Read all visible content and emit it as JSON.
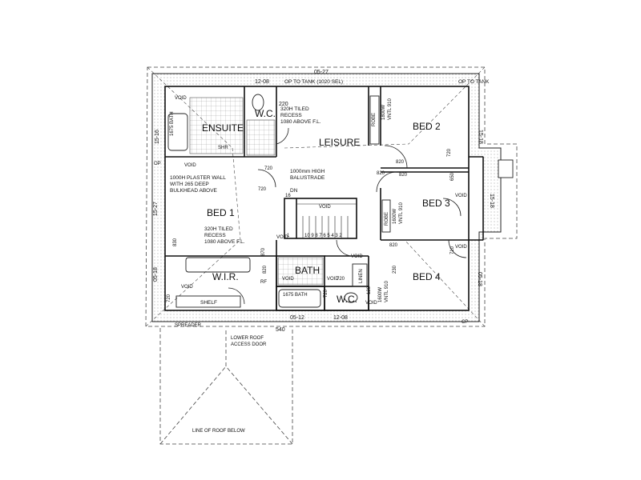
{
  "rooms": {
    "ensuite": "ENSUITE",
    "wc_top": "W.C.",
    "leisure": "LEISURE",
    "bed2": "BED 2",
    "bed1": "BED 1",
    "bed3": "BED 3",
    "bed4": "BED 4",
    "wir": "W.I.R.",
    "bath_room": "BATH",
    "wc_bottom": "W.C.",
    "bath_small": "1675 BATH",
    "bath_ensuite": "1675 BATH"
  },
  "notes": {
    "op_tank": "OP TO TANK (1020 SEL)",
    "op_to_tank": "OP TO TANK",
    "tiled_recess_top_1": "320H TILED",
    "tiled_recess_top_2": "RECESS",
    "tiled_recess_top_3": "1080 ABOVE F.L.",
    "balustrade_1": "1000mm HIGH",
    "balustrade_2": "BALUSTRADE",
    "plaster_wall_1": "1000H PLASTER WALL",
    "plaster_wall_2": "WITH 265 DEEP",
    "plaster_wall_3": "BULKHEAD ABOVE",
    "tiled_recess_bed_1": "320H TILED",
    "tiled_recess_bed_2": "RECESS",
    "tiled_recess_bed_3": "1080 ABOVE F.L.",
    "dn": "DN",
    "shelf": "SHELF",
    "spreader": "SPREADER",
    "lower_roof_1": "LOWER ROOF",
    "lower_roof_2": "ACCESS DOOR",
    "roof_below": "LINE OF ROOF BELOW",
    "vent_bed2_1": "1800W",
    "vent_bed2_2": "VNTL 910",
    "vent_bed3_1": "1600W",
    "vent_bed3_2": "VNTL 910",
    "vent_bed4_1": "1600W",
    "vent_bed4_2": "VNTL 910",
    "robe1": "ROBE",
    "robe2": "ROBE",
    "linen": "LINEN",
    "shower_ensuite": "SHR",
    "op_left": "OP",
    "cp": "CP",
    "rf": "RF"
  },
  "voids": [
    "VOID",
    "VOID",
    "VOID",
    "VOID",
    "VOID",
    "VOID",
    "VOID",
    "VOID",
    "VOID",
    "VOID",
    "VOID"
  ],
  "dimensions": {
    "top_overall": "05-27",
    "top_a": "12-08",
    "right_a": "15-18",
    "right_b": "15-18",
    "right_c": "05-18",
    "left_a": "15-16",
    "left_b": "15-27",
    "left_c": "05-18",
    "bottom_a": "05-12",
    "bottom_b": "12-08",
    "bottom_540": "540",
    "d_220": "220",
    "d_720a": "720",
    "d_720b": "720",
    "d_720c": "720",
    "d_720d": "720",
    "d_720e": "720",
    "d_720f": "720",
    "d_820a": "820",
    "d_820b": "820",
    "d_820c": "820",
    "d_820d": "820",
    "d_830": "830",
    "d_870": "870",
    "d_820e": "820",
    "d_650": "650",
    "d_710": "710",
    "d_230": "230",
    "d_120": "120",
    "d_16": "16",
    "stair_1": "1",
    "stair_nums": "10 9 8 7 6 5 4 3 2"
  }
}
